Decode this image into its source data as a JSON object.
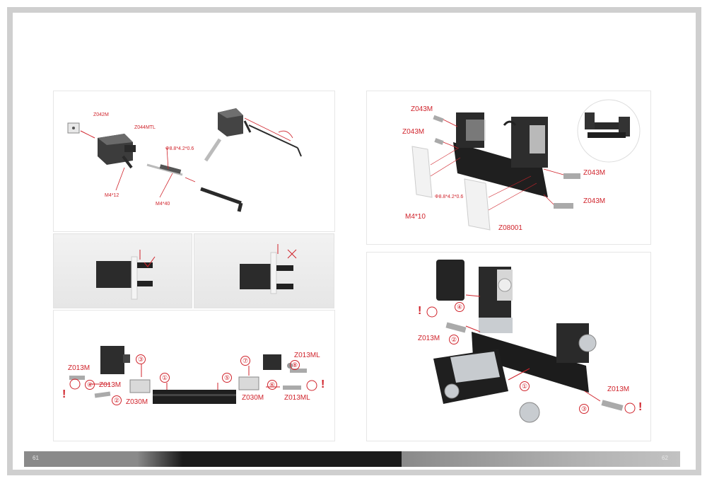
{
  "pages": {
    "left": "61",
    "right": "62"
  },
  "panel_a": {
    "labels": {
      "part1": "Z042M",
      "part2": "Z044MTL",
      "spec": "Φ8.8*4.2*0.6",
      "screw1": "M4*12",
      "screw2": "M4*40"
    }
  },
  "panel_d": {
    "steps": [
      "①",
      "②",
      "③",
      "④",
      "⑤",
      "⑥",
      "⑦",
      "⑧"
    ],
    "labels": {
      "z013m_a": "Z013M",
      "z013m_b": "Z013M",
      "z030m_a": "Z030M",
      "z030m_b": "Z030M",
      "z013ml_a": "Z013ML",
      "z013ml_b": "Z013ML"
    },
    "warn": "!"
  },
  "panel_e": {
    "labels": {
      "z043m_1": "Z043M",
      "z043m_2": "Z043M",
      "z043m_3": "Z043M",
      "z043m_4": "Z043M",
      "spec": "Φ8.8*4.2*0.6",
      "screw": "M4*10",
      "plate": "Z08001"
    }
  },
  "panel_f": {
    "steps": [
      "①",
      "②",
      "③",
      "④"
    ],
    "labels": {
      "z013m_a": "Z013M",
      "z013m_b": "Z013M"
    },
    "warn": "!"
  },
  "colors": {
    "accent": "#d0232b",
    "metal_dark": "#2a2a2a",
    "metal_light": "#bfc3c7"
  }
}
